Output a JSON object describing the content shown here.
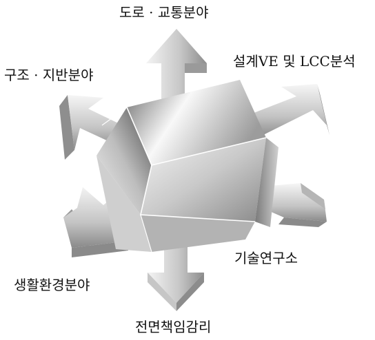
{
  "labels": {
    "top": "도로 · 교통분야",
    "top_right": "설계VE 및 LCC분석",
    "top_left": "구조 · 지반분야",
    "bottom_right": "기술연구소",
    "bottom_left": "생활환경분야",
    "bottom": "전면책임감리"
  },
  "colors": {
    "text": "#111111",
    "arrow_light": "#f4f4f4",
    "arrow_dark": "#8a8a8a",
    "cube_light": "#f6f6f6",
    "cube_dark": "#5a5a5a",
    "edge": "#ffffff"
  }
}
